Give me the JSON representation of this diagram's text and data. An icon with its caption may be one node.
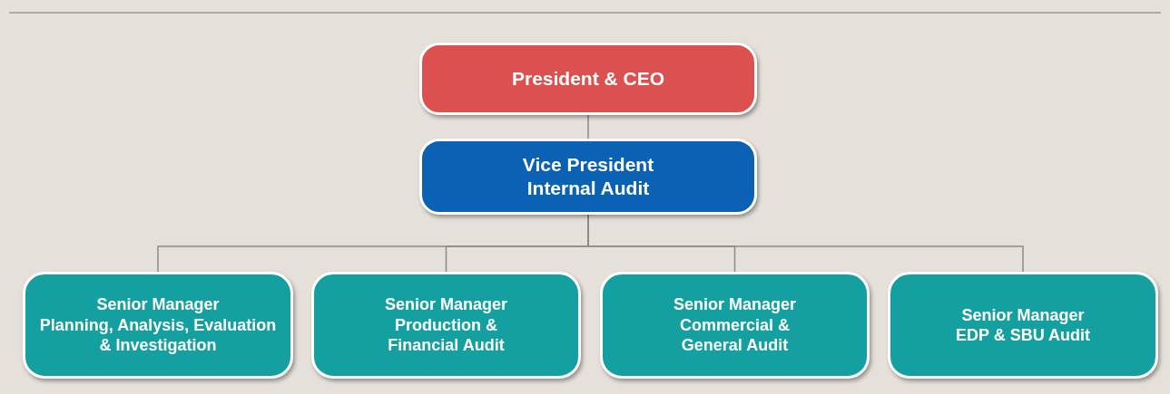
{
  "diagram": {
    "nodes": [
      {
        "text": [
          "President & CEO"
        ]
      },
      {
        "text": [
          "Vice President Internal Audit"
        ]
      },
      {
        "text": [
          "Senior Manager",
          "Planning, Analysis, Evaluation & Investigation"
        ]
      },
      {
        "text": [
          "Senior Manager",
          "Production & Financial Audit"
        ]
      },
      {
        "text": [
          "Senior Manager",
          "Commercial & General Audit"
        ]
      },
      {
        "text": [
          "Senior Manager",
          "EDP & SBU Audit"
        ]
      }
    ],
    "edges": [
      {
        "from": 0,
        "to": 1,
        "arrow": "none"
      },
      {
        "from": 1,
        "to": 2,
        "arrow": "none"
      },
      {
        "from": 1,
        "to": 3,
        "arrow": "none"
      },
      {
        "from": 1,
        "to": 4,
        "arrow": "none"
      },
      {
        "from": 1,
        "to": 5,
        "arrow": "none"
      }
    ]
  }
}
